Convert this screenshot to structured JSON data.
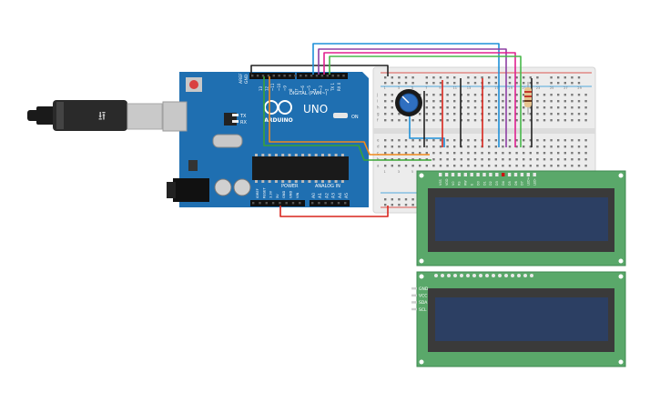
{
  "arduino": {
    "aref_label": "AREF",
    "gnd_label": "GND",
    "digital_label": "DIGITAL (PWM~)",
    "logo_text": "ARDUINO",
    "model_text": "UNO",
    "on_label": "ON",
    "tx_label": "TX",
    "rx_label": "RX",
    "power_label": "POWER",
    "analog_label": "ANALOG IN",
    "digital_pins": [
      "13",
      "12",
      "~11",
      "~10",
      "~9",
      "8",
      "7",
      "~6",
      "~5",
      "4",
      "~3",
      "2",
      "TX 1",
      "RX 0"
    ],
    "power_pins": [
      "IOREF",
      "RESET",
      "3.3V",
      "5V",
      "GND",
      "GND",
      "VIN"
    ],
    "analog_pins": [
      "A0",
      "A1",
      "A2",
      "A3",
      "A4",
      "A5"
    ]
  },
  "breadboard": {
    "row_letters": [
      "j",
      "i",
      "h",
      "g",
      "f",
      "e",
      "d",
      "c",
      "b",
      "a"
    ],
    "column_numbers": [
      "1",
      "3",
      "5",
      "7",
      "9",
      "11",
      "13",
      "15",
      "17",
      "19",
      "21",
      "23",
      "25",
      "27",
      "29"
    ]
  },
  "lcd_top": {
    "pin_labels": [
      "VSS",
      "VDD",
      "V0",
      "RS",
      "RW",
      "E",
      "D0",
      "D1",
      "D2",
      "D3",
      "D4",
      "D5",
      "D6",
      "D7",
      "LED+",
      "LED-"
    ]
  },
  "lcd_i2c": {
    "pin_labels": [
      "GND",
      "VCC",
      "SDA",
      "SCL"
    ]
  },
  "colors": {
    "arduino_blue": "#1f6fb1",
    "board_green": "#5aa86a",
    "lcd_screen": "#2c3f63",
    "wire_black": "#222222",
    "wire_red": "#d9251d",
    "wire_orange": "#f08a1c",
    "wire_green": "#3aa335",
    "wire_blue": "#1e90d8",
    "wire_purple": "#8e3fa3",
    "wire_pink": "#e0208f",
    "wire_lightgreen": "#48b84a"
  }
}
